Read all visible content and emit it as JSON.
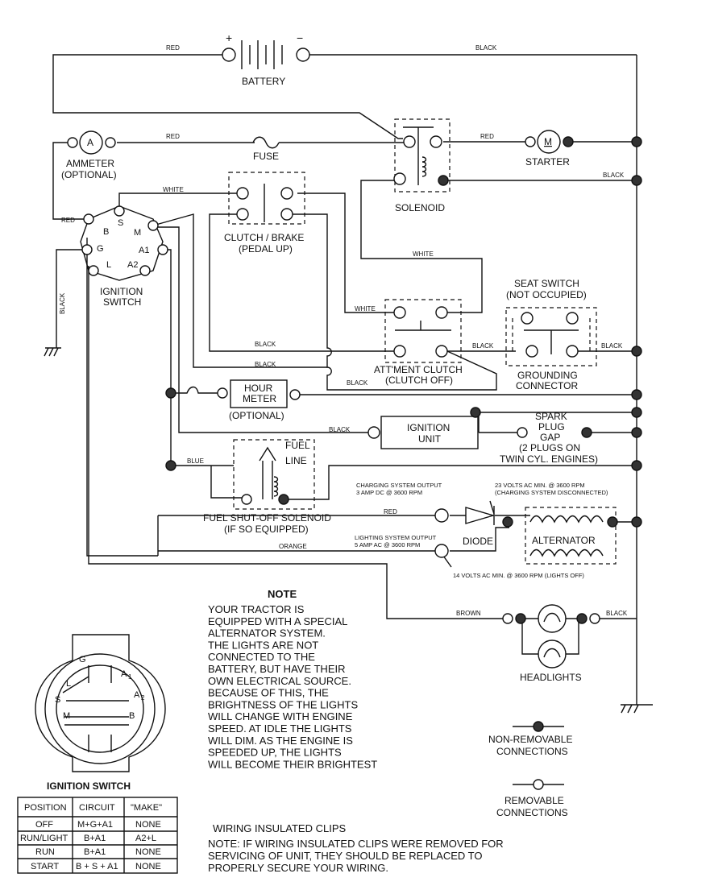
{
  "labels": {
    "battery": "BATTERY",
    "ammeter": "AMMETER",
    "ammeter_opt": "(OPTIONAL)",
    "fuse": "FUSE",
    "starter": "STARTER",
    "solenoid": "SOLENOID",
    "clutch1": "CLUTCH / BRAKE",
    "clutch2": "(PEDAL UP)",
    "ign1": "IGNITION",
    "ign2": "SWITCH",
    "seat1": "SEAT SWITCH",
    "seat2": "(NOT OCCUPIED)",
    "attm1": "ATT'MENT CLUTCH",
    "attm2": "(CLUTCH OFF)",
    "ground1": "GROUNDING",
    "ground2": "CONNECTOR",
    "hour1": "HOUR",
    "hour2": "METER",
    "hour3": "(OPTIONAL)",
    "ignunit1": "IGNITION",
    "ignunit2": "UNIT",
    "spark1": "SPARK",
    "spark2": "PLUG",
    "spark3": "GAP",
    "spark4": "(2 PLUGS ON",
    "spark5": "TWIN CYL. ENGINES)",
    "fuel1": "FUEL",
    "fuel2": "LINE",
    "fss1": "FUEL SHUT-OFF SOLENOID",
    "fss2": "(IF SO EQUIPPED)",
    "diode": "DIODE",
    "alternator": "ALTERNATOR",
    "headlights": "HEADLIGHTS",
    "charging1": "CHARGING SYSTEM OUTPUT",
    "charging2": "3 AMP DC @ 3600 RPM",
    "v23a": "23 VOLTS AC MIN. @ 3600 RPM",
    "v23b": "(CHARGING SYSTEM DISCONNECTED)",
    "lighting1": "LIGHTING SYSTEM OUTPUT",
    "lighting2": "5 AMP AC @ 3600 RPM",
    "v14": "14 VOLTS AC MIN. @ 3600 RPM (LIGHTS OFF)",
    "nonrem1": "NON-REMOVABLE",
    "nonrem2": "CONNECTIONS",
    "rem1": "REMOVABLE",
    "rem2": "CONNECTIONS",
    "ignsw_title": "IGNITION SWITCH",
    "clips_title": "WIRING INSULATED CLIPS",
    "clips1": "NOTE: IF WIRING INSULATED CLIPS WERE REMOVED FOR",
    "clips2": "SERVICING OF UNIT, THEY SHOULD BE REPLACED TO",
    "clips3": "PROPERLY SECURE YOUR WIRING.",
    "note_title": "NOTE",
    "plus": "+",
    "minus": "−",
    "ammeter_sym": "A",
    "starter_sym": "M"
  },
  "wires": {
    "red": "RED",
    "black": "BLACK",
    "white": "WHITE",
    "blue": "BLUE",
    "orange": "ORANGE",
    "brown": "BROWN"
  },
  "pins": {
    "s": "S",
    "b": "B",
    "m": "M",
    "g": "G",
    "a1": "A1",
    "l": "L",
    "a2": "A2"
  },
  "face_pins": {
    "g": "G",
    "a1": "A",
    "a1_sub": "1",
    "a2": "A",
    "a2_sub": "2",
    "s": "S",
    "m": "M",
    "b": "B",
    "l": "L"
  },
  "note_lines": [
    "YOUR TRACTOR IS",
    "EQUIPPED WITH A SPECIAL",
    "ALTERNATOR SYSTEM.",
    "THE LIGHTS ARE NOT",
    "CONNECTED TO THE",
    "BATTERY, BUT HAVE THEIR",
    "OWN ELECTRICAL SOURCE.",
    "BECAUSE OF THIS, THE",
    "BRIGHTNESS OF THE LIGHTS",
    "WILL CHANGE WITH ENGINE",
    "SPEED.  AT IDLE THE LIGHTS",
    "WILL DIM.  AS THE ENGINE IS",
    "SPEEDED UP, THE LIGHTS",
    "WILL BECOME THEIR BRIGHTEST"
  ],
  "table": {
    "headers": [
      "POSITION",
      "CIRCUIT",
      "\"MAKE\""
    ],
    "rows": [
      [
        "OFF",
        "M+G+A1",
        "NONE"
      ],
      [
        "RUN/LIGHT",
        "B+A1",
        "A2+L"
      ],
      [
        "RUN",
        "B+A1",
        "NONE"
      ],
      [
        "START",
        "B + S + A1",
        "NONE"
      ]
    ]
  }
}
